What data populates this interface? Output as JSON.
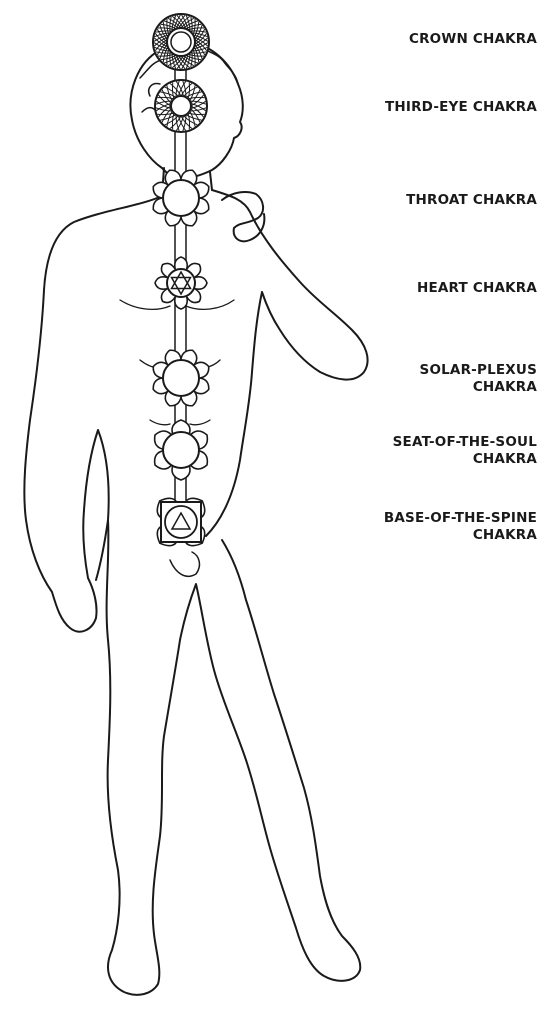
{
  "labels": {
    "crown": [
      "CROWN CHAKRA"
    ],
    "third_eye": [
      "THIRD-EYE CHAKRA"
    ],
    "throat": [
      "THROAT CHAKRA"
    ],
    "heart": [
      "HEART CHAKRA"
    ],
    "solar_plexus": [
      "SOLAR-PLEXUS",
      "CHAKRA"
    ],
    "seat_of_soul": [
      "SEAT-OF-THE-SOUL",
      "CHAKRA"
    ],
    "base_of_spine": [
      "BASE-OF-THE-SPINE",
      "CHAKRA"
    ]
  },
  "colors": {
    "line": "#1a1a1a",
    "background": "#ffffff"
  }
}
